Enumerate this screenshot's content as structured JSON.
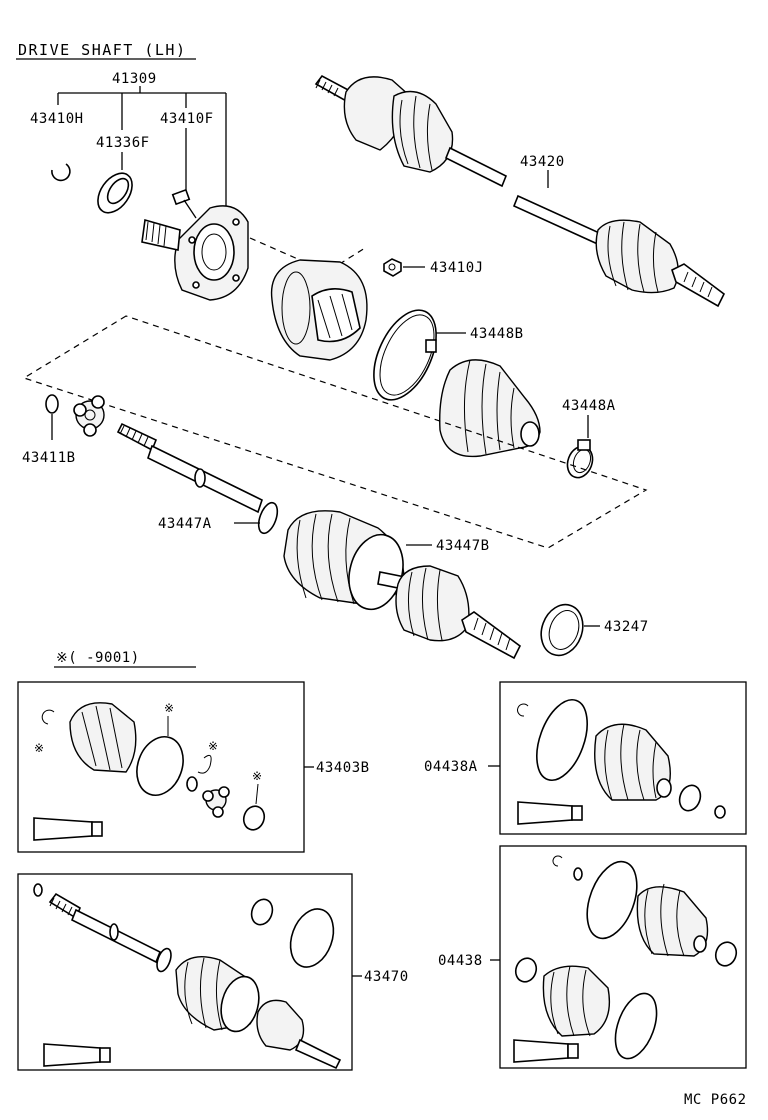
{
  "title": "DRIVE SHAFT (LH)",
  "footer": "MC P662",
  "kit_note": "※(    -9001)",
  "asterisk": "※",
  "labels": {
    "p41309": "41309",
    "p43410H": "43410H",
    "p41336F": "41336F",
    "p43410F": "43410F",
    "p43420": "43420",
    "p43410J": "43410J",
    "p43448B": "43448B",
    "p43448A": "43448A",
    "p43411B": "43411B",
    "p43447A": "43447A",
    "p43447B": "43447B",
    "p43247": "43247",
    "p43403B": "43403B",
    "p04438A": "04438A",
    "p43470": "43470",
    "p04438": "04438"
  }
}
